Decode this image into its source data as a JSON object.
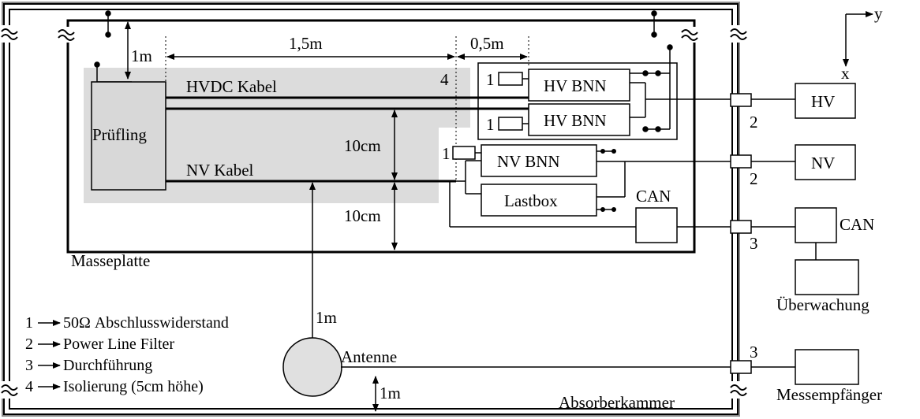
{
  "diagram": {
    "axes": {
      "y": "y",
      "x": "x"
    },
    "labels": {
      "dut": "Prüfling",
      "hvdc_cable": "HVDC Kabel",
      "nv_cable": "NV Kabel",
      "hv_bnn_1": "HV BNN",
      "hv_bnn_2": "HV BNN",
      "nv_bnn": "NV BNN",
      "lastbox": "Lastbox",
      "can_inside": "CAN",
      "can_outside": "CAN",
      "hv": "HV",
      "nv": "NV",
      "monitoring": "Überwachung",
      "receiver": "Messempfänger",
      "antenna": "Antenne",
      "ground_plate": "Masseplatte",
      "chamber": "Absorberkammer"
    },
    "dimensions": {
      "d_1m_top": "1m",
      "d_1_5m": "1,5m",
      "d_0_5m": "0,5m",
      "d_10cm_a": "10cm",
      "d_10cm_b": "10cm",
      "d_1m_antenna": "1m",
      "d_1m_bottom": "1m"
    },
    "markers": {
      "m1_hv1": "1",
      "m1_hv2": "1",
      "m1_nv": "1",
      "m2_hv": "2",
      "m2_nv": "2",
      "m3_can": "3",
      "m3_ant": "3",
      "m4": "4"
    },
    "legend": [
      {
        "num": "1",
        "text": "50Ω Abschlusswiderstand"
      },
      {
        "num": "2",
        "text": "Power Line Filter"
      },
      {
        "num": "3",
        "text": "Durchführung"
      },
      {
        "num": "4",
        "text": "Isolierung (5cm höhe)"
      }
    ]
  }
}
